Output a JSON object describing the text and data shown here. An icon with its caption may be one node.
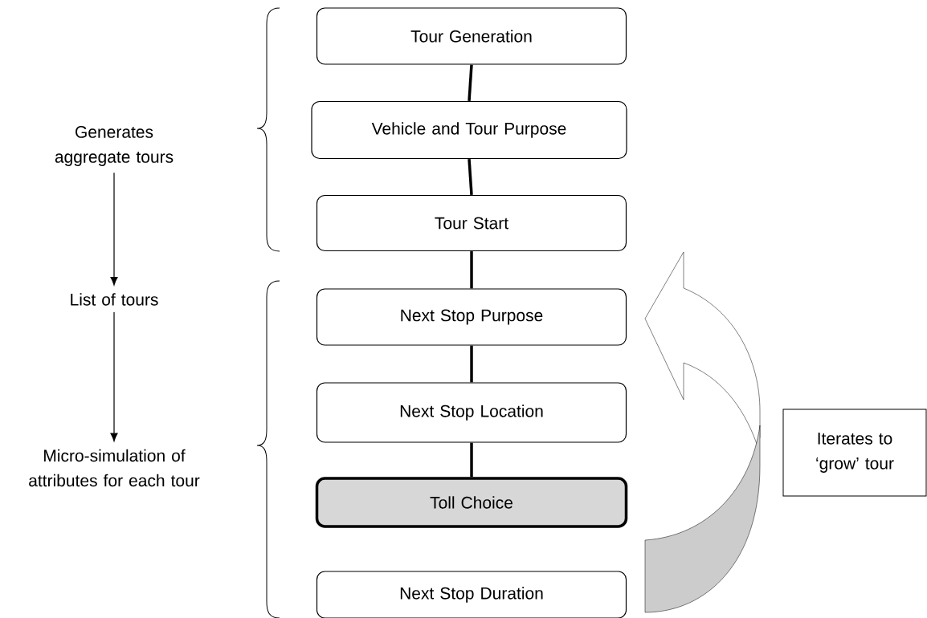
{
  "diagram": {
    "nodes": [
      {
        "text": [
          "Tour Generation"
        ]
      },
      {
        "text": [
          "Vehicle and Tour Purpose"
        ]
      },
      {
        "text": [
          "Tour Start"
        ]
      },
      {
        "text": [
          "Next Stop Purpose"
        ]
      },
      {
        "text": [
          "Next Stop Location"
        ]
      },
      {
        "text": [
          "Toll Choice"
        ]
      },
      {
        "text": [
          "Next Stop Duration"
        ]
      },
      {
        "text": [
          "Iterates to ‘grow’ tour"
        ]
      },
      {
        "text": [
          "Generates aggregate tours"
        ]
      },
      {
        "text": [
          "List of tours"
        ]
      },
      {
        "text": [
          "Micro-simulation of attributes for each tour"
        ]
      }
    ],
    "edges": [
      {
        "from": 0,
        "to": 1,
        "arrow": "none"
      },
      {
        "from": 1,
        "to": 2,
        "arrow": "none"
      },
      {
        "from": 2,
        "to": 3,
        "arrow": "none"
      },
      {
        "from": 3,
        "to": 4,
        "arrow": "none"
      },
      {
        "from": 4,
        "to": 5,
        "arrow": "none"
      },
      {
        "from": 8,
        "to": 9,
        "arrow": "to"
      },
      {
        "from": 9,
        "to": 10,
        "arrow": "to"
      }
    ]
  }
}
